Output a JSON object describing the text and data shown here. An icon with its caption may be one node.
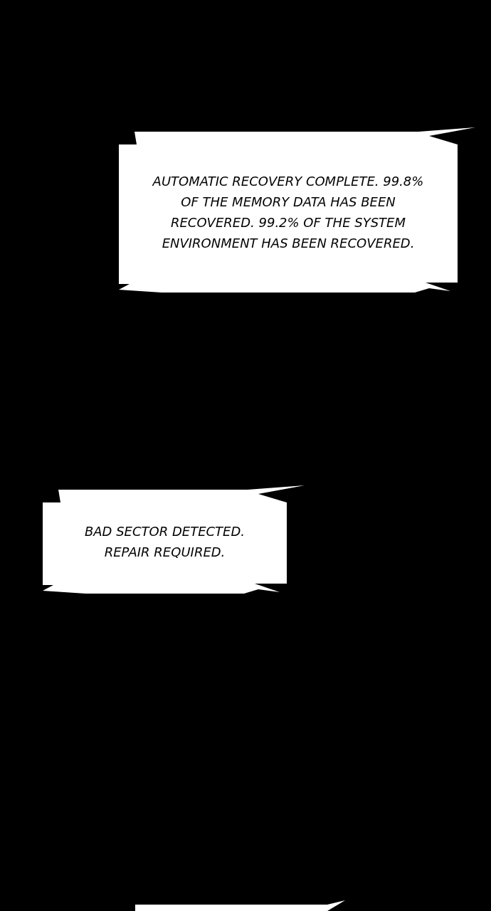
{
  "diagram": {
    "nodes": [
      {
        "text": [
          "AUTOMATIC RECOVERY COMPLETE. 99.8% OF THE MEMORY DATA HAS BEEN RECOVERED. 99.2% OF THE SYSTEM ENVIRONMENT HAS BEEN RECOVERED."
        ]
      },
      {
        "text": [
          "BAD SECTOR DETECTED. REPAIR REQUIRED."
        ]
      },
      {
        "text": [],
        "shape": "box"
      }
    ]
  }
}
